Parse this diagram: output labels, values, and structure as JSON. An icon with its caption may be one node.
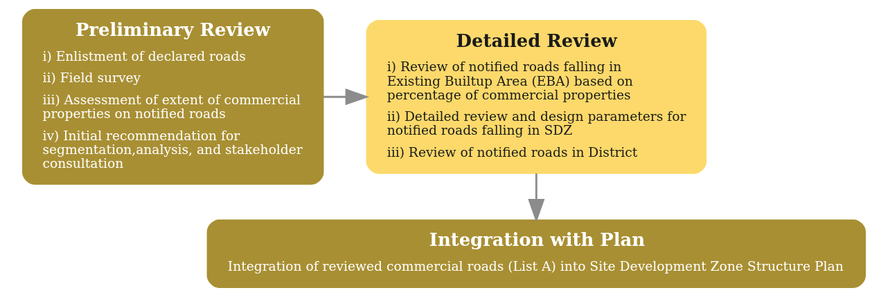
{
  "diagram": {
    "nodes": [
      {
        "text": [
          "Preliminary Review",
          "i) Enlistment of declared roads",
          "ii) Field survey",
          "iii) Assessment of extent of commercial properties on notified roads",
          "iv) Initial recommendation for segmentation,analysis, and stakeholder consultation"
        ]
      },
      {
        "text": [
          "Detailed Review",
          "i) Review of notified roads falling in Existing Builtup Area (EBA) based on percentage of commercial properties",
          "ii) Detailed review and design parameters for notified roads falling in SDZ",
          "iii) Review of notified roads in District"
        ]
      },
      {
        "text": [
          "Integration with Plan",
          "Integration of reviewed commercial roads (List A) into Site Development Zone Structure Plan"
        ]
      }
    ],
    "edges": [
      {
        "from": 0,
        "to": 1,
        "arrow": "to"
      },
      {
        "from": 1,
        "to": 2,
        "arrow": "to"
      }
    ]
  }
}
